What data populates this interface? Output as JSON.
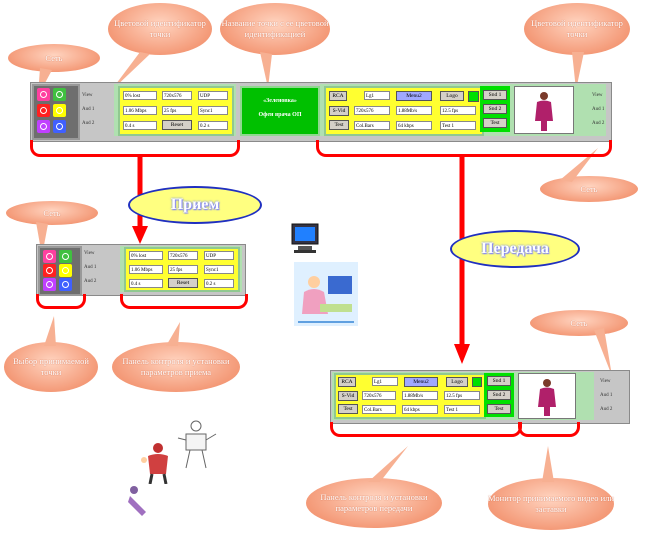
{
  "callouts": {
    "net_top_left": "Сеть",
    "color_id_left": "Цветовой идентификатор точки",
    "point_name": "Название точки с ее цветовой идентификацией",
    "color_id_right": "Цветовой идентификатор точки",
    "net_top_right": "Сеть",
    "net_mid_left": "Сеть",
    "select_point": "Выбор принимаемой точки",
    "control_panel_receive": "Панель контроля и установки параметров приема",
    "net_bottom_right": "Сеть",
    "control_panel_send": "Панель контроля и установки параметров передачи",
    "monitor": "Монитор принимаемого видео или заставки"
  },
  "labels": {
    "receive": "Прием",
    "transmit": "Передача"
  },
  "side_buttons": [
    "View",
    "Aud 1",
    "Aud 2"
  ],
  "receive_panel": {
    "loss": "0% lost",
    "resolution": "720x576",
    "protocol": "UDP",
    "bitrate": "1.06 Mbps",
    "fps": "25 fps",
    "sync": "Sync1",
    "delay": "0.4 s",
    "reset": "Reset",
    "delay2": "0.2 s"
  },
  "point_name_box": {
    "line1": "«Зеленовка»",
    "line2": "Офен врача ОП"
  },
  "send_panel": {
    "rca": "RCA",
    "lg": "Lg1",
    "menu": "Menu2",
    "logo": "Logo",
    "svid": "S-Vid",
    "res": "720x576",
    "mbps": "1.88Mb/s",
    "fps": "12.5 fps",
    "test": "Test",
    "colbars": "Col.Bars",
    "kbps": "64 kbps",
    "test1": "Test 1",
    "snd1": "Snd 1",
    "snd2": "Snd 2",
    "test_btn": "Test"
  },
  "colors": {
    "callout": "#f49a78",
    "brace": "#ff0000",
    "panel_yellow": "#ffff30",
    "green": "#00c000",
    "ellipse_border": "#2030c0"
  }
}
